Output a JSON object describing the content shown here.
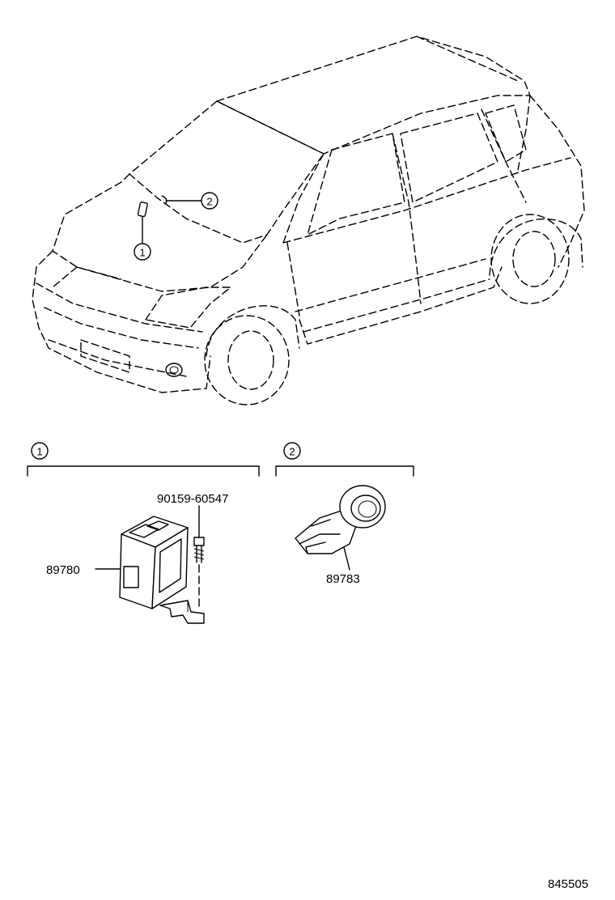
{
  "callouts": {
    "one": "1",
    "two": "2"
  },
  "group_headers": {
    "group1": "1",
    "group2": "2"
  },
  "parts": {
    "module": "89780",
    "bolt": "90159-60547",
    "sensor": "89783"
  },
  "illustration_id": "845505"
}
